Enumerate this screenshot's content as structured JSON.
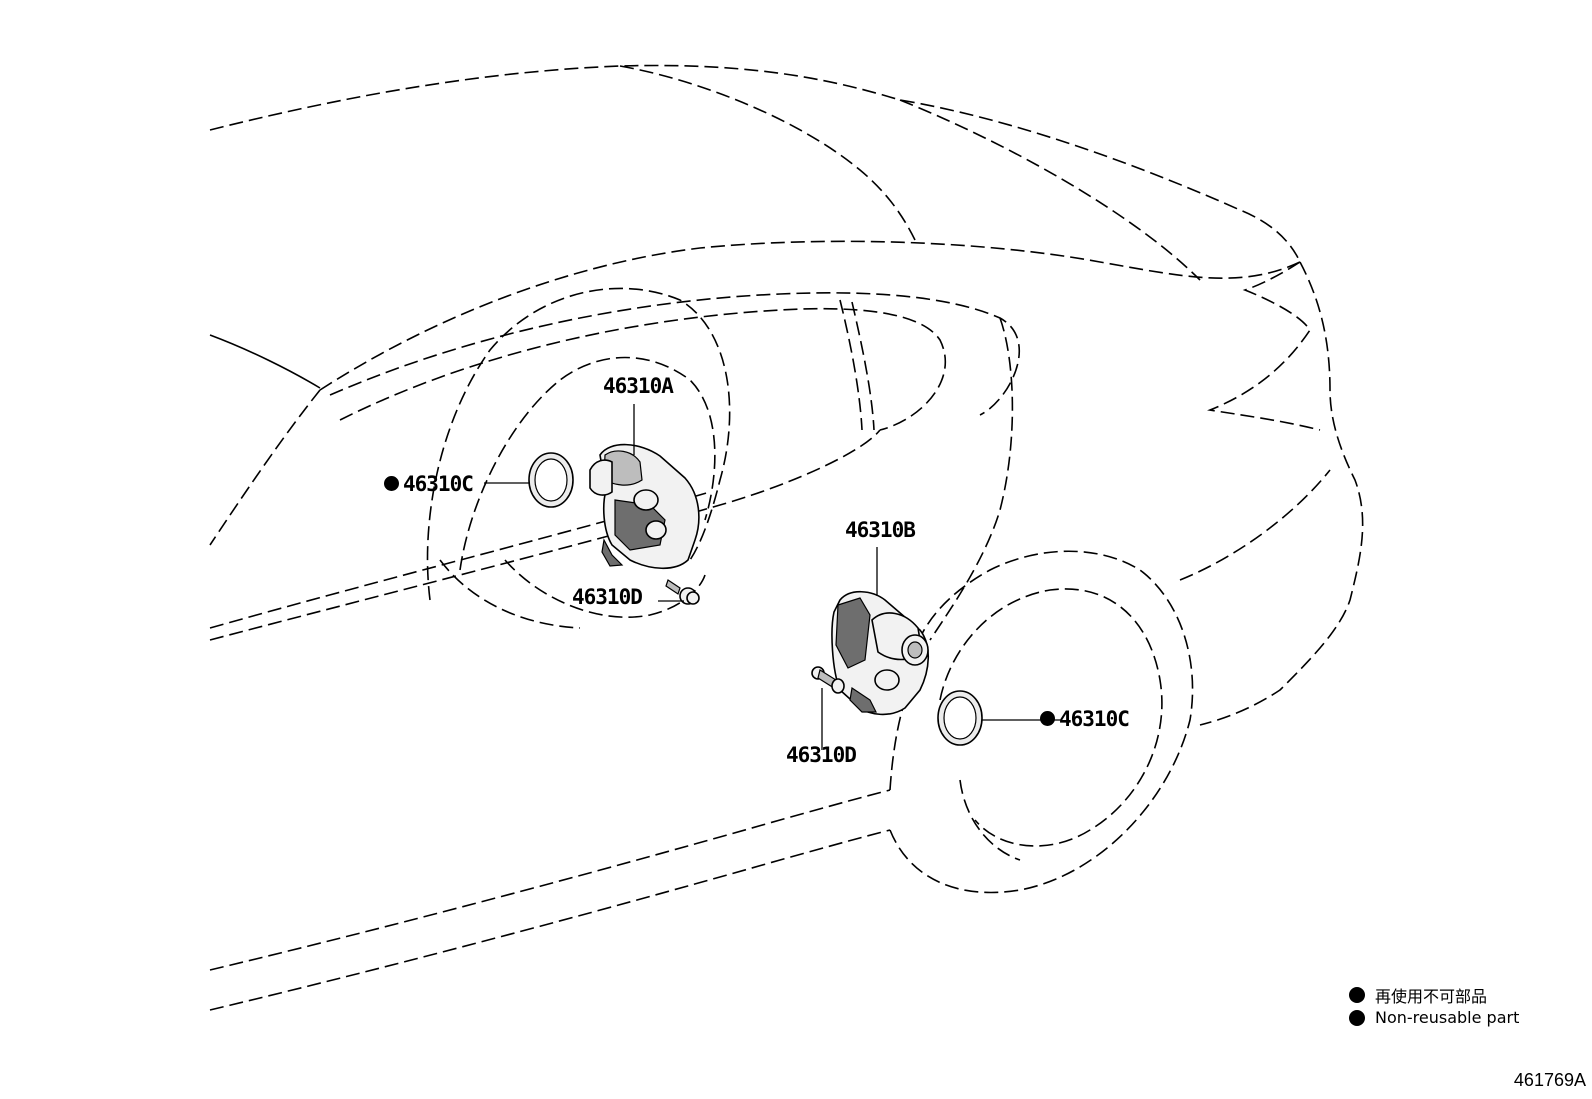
{
  "callouts": {
    "part_a": "46310A",
    "part_b": "46310B",
    "part_c_left": "46310C",
    "part_c_right": "46310C",
    "part_d_left": "46310D",
    "part_d_right": "46310D"
  },
  "legend": {
    "jp": "再使用不可部品",
    "en": "Non-reusable part"
  },
  "figure_id": "461769A"
}
